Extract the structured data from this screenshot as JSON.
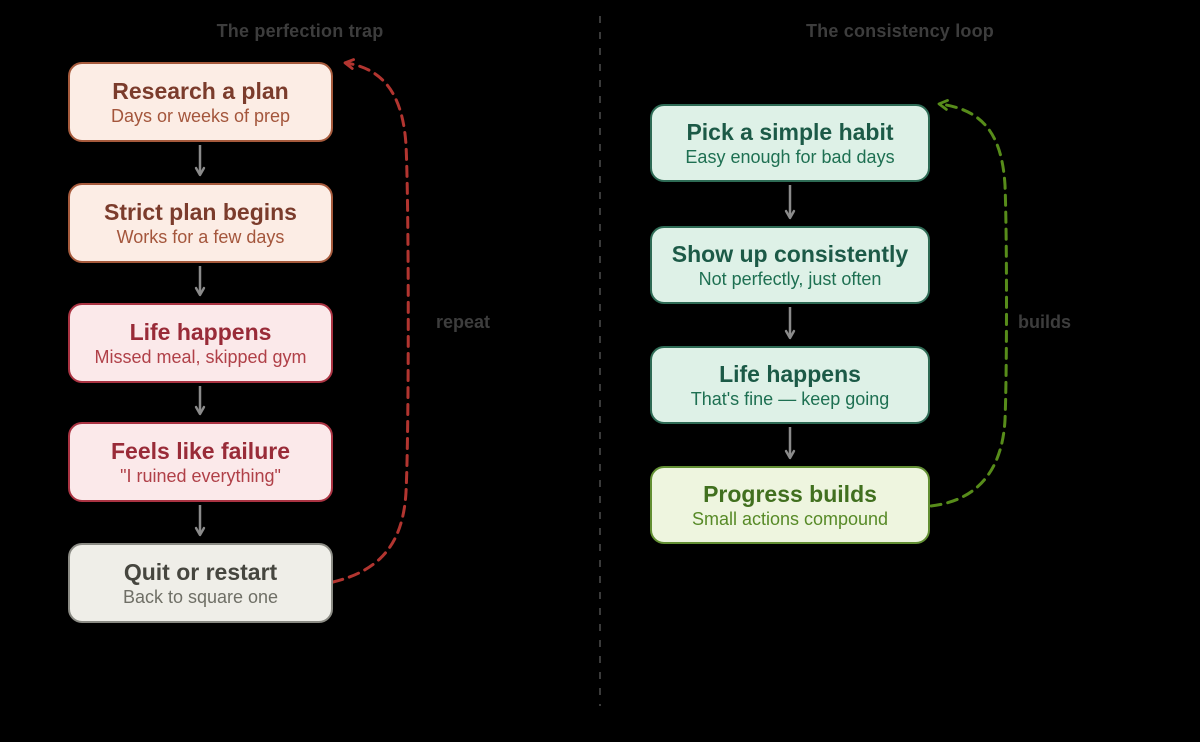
{
  "panels": {
    "left": {
      "title": "The perfection trap",
      "loop_label": "repeat",
      "loop_color": "#b23530",
      "boxes": [
        {
          "title": "Research a plan",
          "subtitle": "Days or weeks of prep"
        },
        {
          "title": "Strict plan begins",
          "subtitle": "Works for a few days"
        },
        {
          "title": "Life happens",
          "subtitle": "Missed meal, skipped gym"
        },
        {
          "title": "Feels like failure",
          "subtitle": "\"I ruined everything\""
        },
        {
          "title": "Quit or restart",
          "subtitle": "Back to square one"
        }
      ]
    },
    "right": {
      "title": "The consistency loop",
      "loop_label": "builds",
      "loop_color": "#578c1a",
      "boxes": [
        {
          "title": "Pick a simple habit",
          "subtitle": "Easy enough for bad days"
        },
        {
          "title": "Show up consistently",
          "subtitle": "Not perfectly, just often"
        },
        {
          "title": "Life happens",
          "subtitle": "That's fine — keep going"
        },
        {
          "title": "Progress builds",
          "subtitle": "Small actions compound"
        }
      ]
    }
  },
  "colors": {
    "background": "#000000",
    "divider": "#3a3a3a",
    "flow_arrow": "#8b8b8b",
    "title_text": "#3d3d3d",
    "warm_box_bg": "#fcede5",
    "warm_box_border": "#a65a3c",
    "pink_box_bg": "#fbe9ea",
    "pink_box_border": "#aa3342",
    "gray_box_bg": "#efeee8",
    "gray_box_border": "#8b8b84",
    "mint_box_bg": "#def1e7",
    "mint_box_border": "#2e6b55",
    "olive_box_bg": "#eef5df",
    "olive_box_border": "#628f33"
  }
}
